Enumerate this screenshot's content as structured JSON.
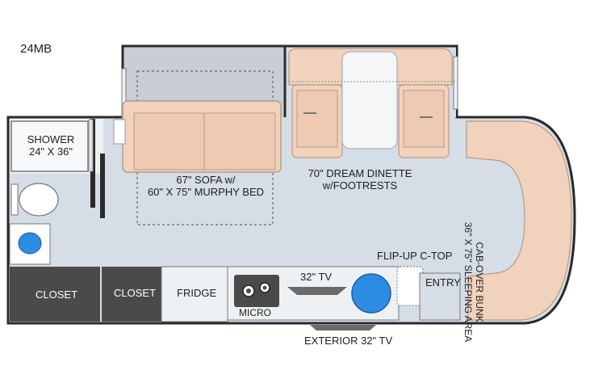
{
  "model": "24MB",
  "labels": {
    "shower_1": "SHOWER",
    "shower_2": "24\" X 36\"",
    "sofa_1": "67\" SOFA w/",
    "sofa_2": "60\" X 75\" MURPHY BED",
    "dinette_1": "70\" DREAM DINETTE",
    "dinette_2": "w/FOOTRESTS",
    "bunk_1": "CAB-OVER BUNK",
    "bunk_2": "36\" X 75\" SLEEPING AREA",
    "flip_up": "FLIP-UP C-TOP",
    "entry": "ENTRY",
    "tv": "32\" TV",
    "closet_1": "CLOSET",
    "closet_2": "CLOSET",
    "fridge": "FRIDGE",
    "micro": "MICRO",
    "exterior_tv": "EXTERIOR 32\" TV"
  },
  "colors": {
    "floor": "#d5dde6",
    "wall": "#2a2a2a",
    "upholstery": "#f1d2bc",
    "upholstery_edge": "#b99a84",
    "slide_gray": "#c9ced4",
    "closet_dark": "#4a4a4a",
    "sink_blue": "#2d8be3"
  }
}
